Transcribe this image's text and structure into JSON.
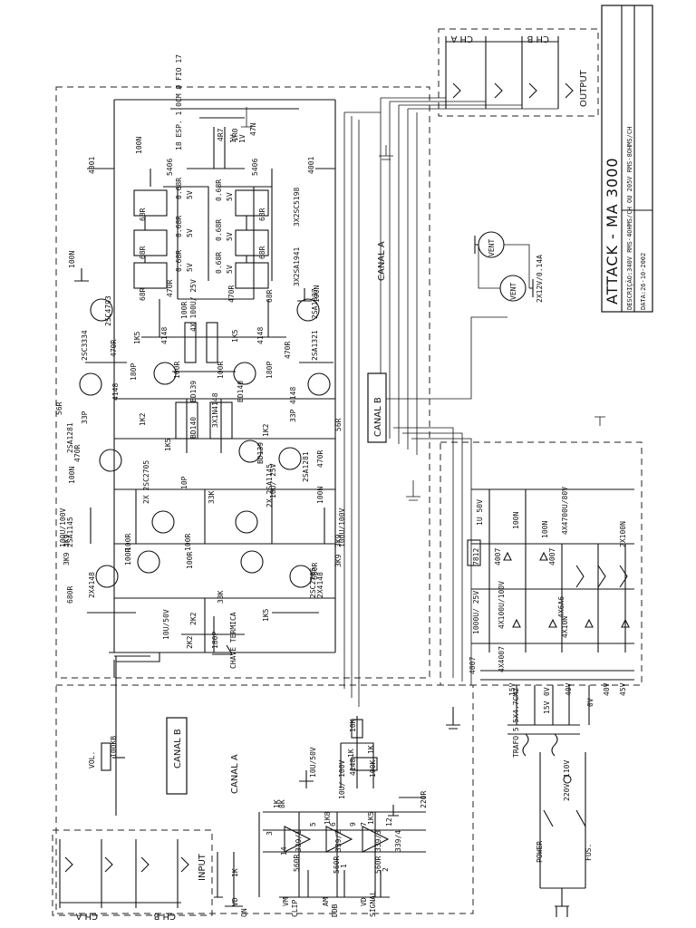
{
  "title_block": {
    "title": "ATTACK - MA 3000",
    "description": "DESCRIÇÃO:340V RMS-4OHMS/CH OU 205V RMS-8OHMS/CH",
    "date": "DATA:26-10-2002"
  },
  "output_block": {
    "label": "OUTPUT",
    "ch_a": "CH A",
    "ch_b": "CH B"
  },
  "input_block": {
    "label": "INPUT",
    "ch_a": "CH A",
    "ch_b": "CH B"
  },
  "channels": {
    "canal_a_power": "CANAL A",
    "canal_b_power": "CANAL B",
    "canal_a_pre": "CANAL A",
    "canal_b_pre": "CANAL B"
  },
  "fans": {
    "fan1": "VENT",
    "fan2": "VENT",
    "fan_rating": "2X12V/0.14A"
  },
  "power_amp": {
    "transistors": [
      "2SC4793",
      "2SA1837",
      "3X2SC5198",
      "3X2SA1941",
      "2SC3334",
      "2SA1321",
      "BD139",
      "BD140",
      "BD140",
      "BD139",
      "2SA1281",
      "2SA1281",
      "2X 2SC2705",
      "2X 2SA1145",
      "2SA1145",
      "2SC2705"
    ],
    "resistors": [
      "0.68R",
      "0.68R",
      "0.68R",
      "0.68R",
      "0.68R",
      "0.68R",
      "68R",
      "68R",
      "68R",
      "68R",
      "68R",
      "68R",
      "470R",
      "470R",
      "470R",
      "470R",
      "470R",
      "470R",
      "100R",
      "100R",
      "100R",
      "100R",
      "100R",
      "100R",
      "100R",
      "56R",
      "56R",
      "1K2",
      "1K2",
      "1K5",
      "1K5",
      "1K5",
      "3K9",
      "3K9",
      "3K9",
      "3K9",
      "680R",
      "680R",
      "33K",
      "33K",
      "2K2",
      "2K2",
      "1K5"
    ],
    "power_ratings": [
      "5V",
      "5V",
      "5V",
      "5V",
      "5V",
      "5V",
      "1V",
      "1V"
    ],
    "capacitors": [
      "100N",
      "100N",
      "100N",
      "100N",
      "100N",
      "33P",
      "33P",
      "180P",
      "180P",
      "10P",
      "180P",
      "47N",
      "4X 100U/ 25V",
      "10U/ 25V",
      "100U/100V",
      "100U/100V",
      "10U/50V"
    ],
    "diodes": [
      "4001",
      "4001",
      "5406",
      "5406",
      "4148",
      "4148",
      "4148",
      "4148",
      "3X1N4148",
      "2X4148",
      "2X4148"
    ],
    "inductor": "18 ESP. 1.0CM Ø FIO 17",
    "out_parts": [
      "4R7",
      "1R0"
    ],
    "thermal_switch": "CHAVE TERMICA"
  },
  "power_supply": {
    "regulator": "7812",
    "parts": [
      "1000U/ 25V",
      "1U 50V",
      "100N",
      "100N",
      "4007",
      "4007",
      "4007",
      "4X4007",
      "4X100U/100V",
      "4X4700U/80V",
      "4X6A6",
      "4X10N",
      "2X100N"
    ],
    "rails": [
      "15V",
      "0V",
      "15V",
      "40V",
      "0V",
      "40V",
      "45V"
    ],
    "transformer": "TRAFO 5.5X4.7CM2",
    "mains": [
      "110V",
      "220V"
    ],
    "switches": [
      "POWER",
      "FUS."
    ]
  },
  "preamp": {
    "volume": "VOL.",
    "pot": "100KB",
    "opamp_parts": [
      "339/1",
      "339/2",
      "339/3",
      "339/4"
    ],
    "resistors": [
      "1K",
      "10K",
      "1K",
      "1K",
      "1K8",
      "1K5",
      "8K",
      "220R",
      "1K",
      "560R",
      "560R",
      "560R"
    ],
    "capacitors": [
      "10U/50V",
      "10U/ 100V"
    ],
    "diode": "4148",
    "trimmer": "100K",
    "pins": [
      "3",
      "5",
      "6",
      "9",
      "14",
      "1",
      "2",
      "12",
      "7"
    ],
    "leds": [
      {
        "id": "VM",
        "label": "CLIP"
      },
      {
        "id": "AM",
        "label": "DDB"
      },
      {
        "id": "VD",
        "label": "SIGNAL"
      },
      {
        "id": "VD",
        "label": "ON"
      }
    ]
  }
}
